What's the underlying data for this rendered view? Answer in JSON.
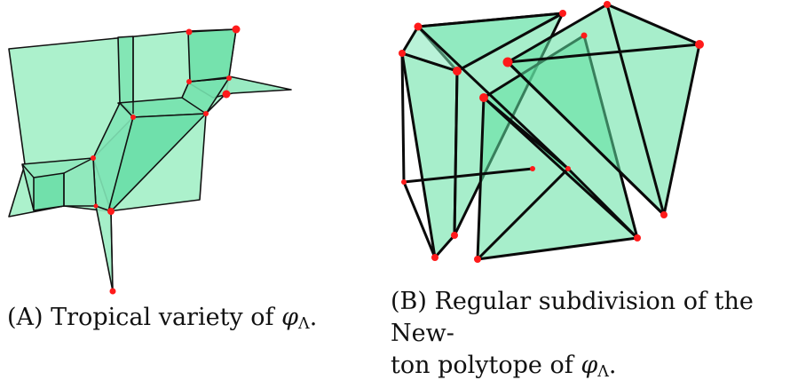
{
  "figure": {
    "panels": [
      {
        "id": "a",
        "label": "(A)",
        "caption_text": "Tropical variety of",
        "caption_math_symbol": "φ",
        "caption_math_subscript": "Λ",
        "caption_end": "."
      },
      {
        "id": "b",
        "label": "(B)",
        "caption_text_line1": "Regular subdivision of the New-",
        "caption_text_line2": "ton polytope of",
        "caption_math_symbol": "φ",
        "caption_math_subscript": "Λ",
        "caption_end": "."
      }
    ]
  },
  "colors": {
    "face_fill": "#5ee0a0",
    "face_fill_light": "#a8f0cc",
    "edge": "#0a0a0a",
    "vertex": "#ff1a1a"
  }
}
